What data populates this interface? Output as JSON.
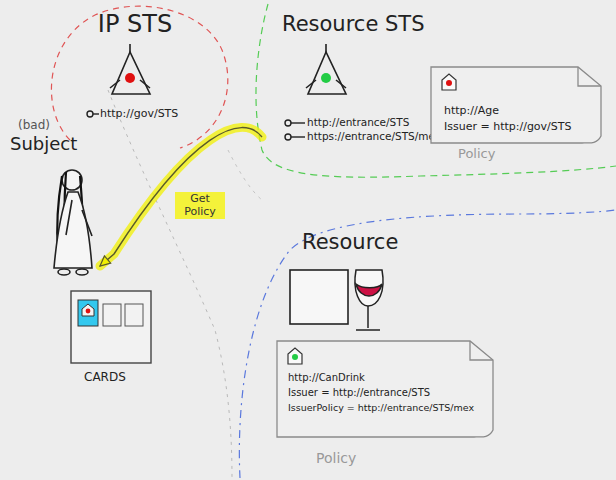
{
  "diagram": {
    "nodes": [
      {
        "text": [
          "IP STS",
          "http://gov/STS"
        ]
      },
      {
        "text": [
          "Resource STS",
          "http://entrance/STS",
          "https://entrance/STS/mex"
        ]
      },
      {
        "text": [
          "http://Age",
          "Issuer = http://gov/STS",
          "Policy"
        ],
        "in": 1
      },
      {
        "text": [
          "(bad)",
          "Subject"
        ]
      },
      {
        "text": [
          "CARDS"
        ]
      },
      {
        "text": [
          "Resource"
        ]
      },
      {
        "text": [
          "http://CanDrink",
          "Issuer = http://entrance/STS",
          "IssuerPolicy = http://entrance/STS/mex",
          "Policy"
        ],
        "in": 5
      }
    ],
    "edges": [
      {
        "from": 1,
        "to": 3,
        "arrow": "to",
        "label": "Get Policy"
      }
    ]
  }
}
